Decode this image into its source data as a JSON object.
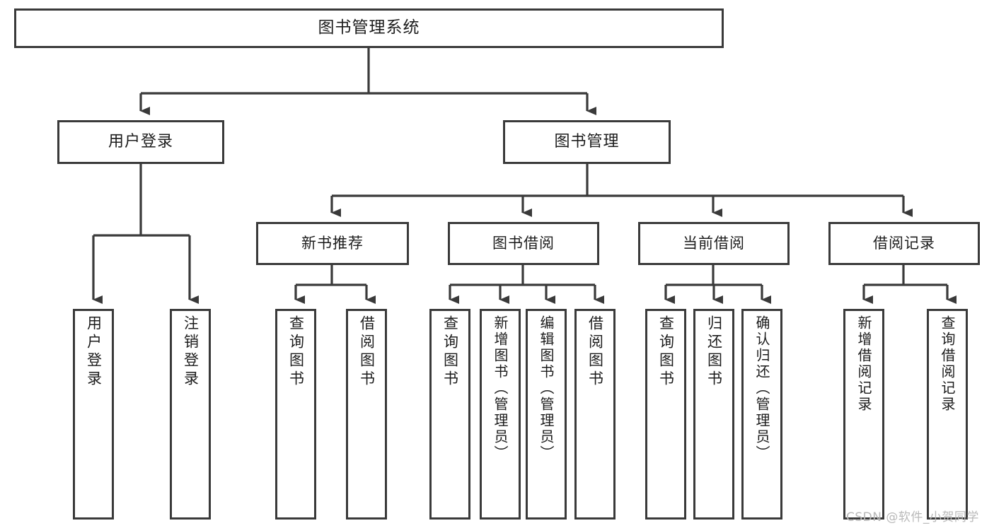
{
  "diagram": {
    "title": "图书管理系统",
    "type": "hierarchy-tree",
    "colors": {
      "box_border": "#3a3a3a",
      "box_fill": "#ffffff",
      "connector": "#3a3a3a",
      "text": "#1c1c1c",
      "watermark": "#b9b9b9",
      "background": "#ffffff"
    },
    "nodes": {
      "root": {
        "label": "图书管理系统"
      },
      "level1": [
        {
          "id": "user-login",
          "label": "用户登录"
        },
        {
          "id": "book-manage",
          "label": "图书管理"
        }
      ],
      "level2": [
        {
          "id": "new-book-rec",
          "label": "新书推荐"
        },
        {
          "id": "book-borrow",
          "label": "图书借阅"
        },
        {
          "id": "current-borrow",
          "label": "当前借阅"
        },
        {
          "id": "borrow-record",
          "label": "借阅记录"
        }
      ],
      "leaves": {
        "user-login": [
          {
            "id": "leaf-user-login",
            "label": "用户登录"
          },
          {
            "id": "leaf-logout",
            "label": "注销登录"
          }
        ],
        "new-book-rec": [
          {
            "id": "leaf-query-book-1",
            "label": "查询图书"
          },
          {
            "id": "leaf-borrow-book-1",
            "label": "借阅图书"
          }
        ],
        "book-borrow": [
          {
            "id": "leaf-query-book-2",
            "label": "查询图书"
          },
          {
            "id": "leaf-add-book",
            "label": "新增图书（管理员）"
          },
          {
            "id": "leaf-edit-book",
            "label": "编辑图书（管理员）"
          },
          {
            "id": "leaf-borrow-book-2",
            "label": "借阅图书"
          }
        ],
        "current-borrow": [
          {
            "id": "leaf-query-book-3",
            "label": "查询图书"
          },
          {
            "id": "leaf-return-book",
            "label": "归还图书"
          },
          {
            "id": "leaf-confirm-return",
            "label": "确认归还（管理员）"
          }
        ],
        "borrow-record": [
          {
            "id": "leaf-add-record",
            "label": "新增借阅记录"
          },
          {
            "id": "leaf-query-record",
            "label": "查询借阅记录"
          }
        ]
      }
    },
    "watermark": "CSDN @软件_小贺同学"
  }
}
